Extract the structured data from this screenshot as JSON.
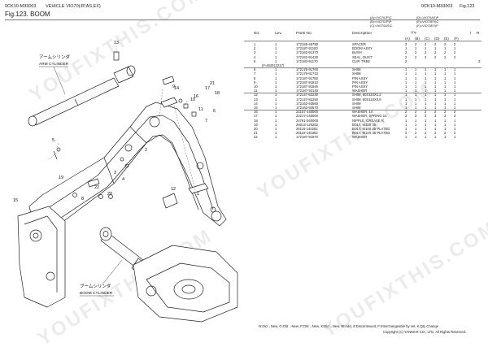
{
  "header": {
    "code": "0CK10-M33003",
    "title": "VEHICLE VIO70(JP,AS,EX)",
    "figure": "Fig.123.  BOOM",
    "code_right": "0CK10-M33003",
    "fig_right": "Fig.123"
  },
  "model_codes": {
    "left": [
      "(A)=VIO70JP)C",
      "(B)=VIO70JP)P",
      "(C)=VIO70AS)C"
    ],
    "right": [
      "(D)=VIO70AS)P",
      "(E)=VIO70EX)C",
      "(F)=VIO70EX)P"
    ]
  },
  "columns": {
    "no": "No.",
    "lev": "Lev.",
    "parts_no": "Parts No.",
    "description": "Description",
    "qty": "Q'ty",
    "i": "I",
    "r": "R",
    "variants": [
      "(A)",
      "(B)",
      "(C)",
      "(D)",
      "(E)",
      "(F)"
    ]
  },
  "rows": [
    {
      "no": "1",
      "lev": "1",
      "part": "172155-45790",
      "desc": "SPACER",
      "q": [
        "2",
        "2",
        "2",
        "2",
        "2",
        "2"
      ],
      "r": ""
    },
    {
      "no": "2",
      "lev": "1",
      "part": "172187-91100",
      "desc": "BOOM ASSY",
      "q": [
        "1",
        "1",
        "1",
        "1",
        "1",
        "1"
      ],
      "r": ""
    },
    {
      "no": "3",
      "lev": "1",
      "part": "172162-91370",
      "desc": "BUSH",
      "q": [
        "2",
        "2",
        "2",
        "2",
        "2",
        "2"
      ],
      "r": ""
    },
    {
      "no": "4",
      "lev": "1",
      "part": "172162-91430",
      "desc": "SEAL, DUST",
      "q": [
        "2",
        "2",
        "2",
        "2",
        "2",
        "2"
      ],
      "r": ""
    },
    {
      "no": "5",
      "lev": "1",
      "part": "172183-91170",
      "desc": "CLIP, TREE",
      "q": [
        "2",
        "",
        "",
        "",
        "",
        "",
        ""
      ],
      "r": "Z",
      "note": "(#=M4012217)"
    },
    {
      "no": "6",
      "lev": "1",
      "part": "172176-91700",
      "desc": "SHIM",
      "q": [
        "1",
        "1",
        "1",
        "1",
        "1",
        "1"
      ],
      "r": ""
    },
    {
      "no": "7",
      "lev": "1",
      "part": "172176-91710",
      "desc": "SHIM",
      "q": [
        "1",
        "1",
        "1",
        "1",
        "1",
        "1"
      ],
      "r": ""
    },
    {
      "no": "8",
      "lev": "1",
      "part": "172187-91750",
      "desc": "PIN ASSY",
      "q": [
        "1",
        "1",
        "1",
        "1",
        "1",
        "1"
      ],
      "r": ""
    },
    {
      "no": "9",
      "lev": "1",
      "part": "172187-91810",
      "desc": "PIN ASSY",
      "q": [
        "1",
        "1",
        "1",
        "1",
        "1",
        "1"
      ],
      "r": ""
    },
    {
      "no": "10",
      "lev": "1",
      "part": "172187-91840",
      "desc": "PIN ASSY",
      "q": [
        "1",
        "1",
        "1",
        "1",
        "1",
        "1"
      ],
      "r": ""
    },
    {
      "no": "11",
      "lev": "1",
      "part": "172187-92140",
      "desc": "WASHER",
      "q": [
        "1",
        "1",
        "1",
        "1",
        "1",
        "1"
      ],
      "r": ""
    },
    {
      "no": "12",
      "lev": "1",
      "part": "172147-82230",
      "desc": "SHIM, 60X110X1.2",
      "q": [
        "1",
        "1",
        "1",
        "1",
        "1",
        "1"
      ],
      "r": ""
    },
    {
      "no": "13",
      "lev": "1",
      "part": "172147-82250",
      "desc": "SHIM, 60X110X0.5",
      "q": [
        "1",
        "1",
        "1",
        "1",
        "1",
        "1"
      ],
      "r": ""
    },
    {
      "no": "14",
      "lev": "1",
      "part": "172162-93560",
      "desc": "SHIM",
      "q": [
        "1",
        "1",
        "1",
        "1",
        "1",
        "1"
      ],
      "r": ""
    },
    {
      "no": "15",
      "lev": "1",
      "part": "172162-93570",
      "desc": "SHIM",
      "q": [
        "1",
        "1",
        "1",
        "1",
        "1",
        "1"
      ],
      "r": ""
    },
    {
      "no": "16",
      "lev": "1",
      "part": "22157-140000",
      "desc": "WASHER, 14",
      "q": [
        "2",
        "2",
        "2",
        "2",
        "2",
        "2"
      ],
      "r": ""
    },
    {
      "no": "17",
      "lev": "1",
      "part": "22217-140000",
      "desc": "WASHER, SPRING 14",
      "q": [
        "3",
        "3",
        "3",
        "3",
        "3",
        "3"
      ],
      "r": ""
    },
    {
      "no": "18",
      "lev": "1",
      "part": "24761-040000",
      "desc": "NIPPLE, GREASE R",
      "q": [
        "1",
        "1",
        "1",
        "1",
        "1",
        "1"
      ],
      "r": ""
    },
    {
      "no": "19",
      "lev": "1",
      "part": "26013-120252",
      "desc": "BOLT, M12X 25",
      "q": [
        "1",
        "1",
        "1",
        "1",
        "1",
        "1"
      ],
      "r": ""
    },
    {
      "no": "20",
      "lev": "1",
      "part": "26116-140252",
      "desc": "BOLT, M14X 25 PLATED",
      "q": [
        "1",
        "1",
        "1",
        "1",
        "1",
        "1"
      ],
      "r": ""
    },
    {
      "no": "21",
      "lev": "1",
      "part": "26116-140352",
      "desc": "BOLT, M14X 35 PLATED",
      "q": [
        "2",
        "2",
        "2",
        "2",
        "2",
        "2"
      ],
      "r": ""
    },
    {
      "no": "22",
      "lev": "1",
      "part": "172187-91970",
      "desc": "WASHER",
      "q": [
        "1",
        "1",
        "1",
        "1",
        "1",
        "1"
      ],
      "r": ""
    }
  ],
  "diagram": {
    "arm_cylinder_jp": "アームシリンダ",
    "arm_cylinder_en": "ARM CYLINDER",
    "boom_cylinder_jp": "ブームシリンダ",
    "boom_cylinder_en": "BOOM CYLINDER",
    "callouts": [
      "13",
      "11",
      "10",
      "9",
      "8",
      "7",
      "6",
      "5",
      "4",
      "3",
      "2",
      "1",
      "12",
      "14",
      "15",
      "16",
      "17",
      "18",
      "19",
      "20",
      "21",
      "22"
    ]
  },
  "footer": {
    "legend": "N:Old→New, O:Old→New, P:Old→New, X:Old→New, W:Add, Z:Discontinued, F:Interchangeable by set, K:Qty Change",
    "copyright": "Copyright (C)  YANMAR CO., LTD. All Rights Reserved."
  },
  "watermark": "YOUFIXTHIS.COM"
}
